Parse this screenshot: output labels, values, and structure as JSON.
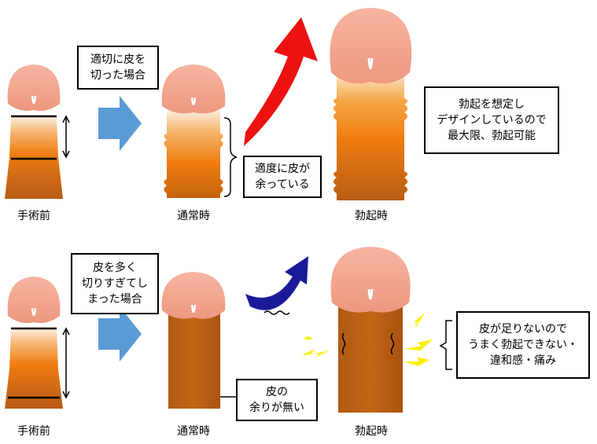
{
  "colors": {
    "glans": "#f2a48e",
    "shaft_orange": "#f07d10",
    "shaft_brown": "#b85c14",
    "arrow_blue": "#5b9bd5",
    "arrow_red": "#ee1111",
    "arrow_navy": "#1a1a99",
    "bolt_yellow": "#ffee00"
  },
  "top_row": {
    "label_before": "手術前",
    "label_normal": "通常時",
    "label_erect": "勃起時",
    "box_cut": [
      "適切に皮を",
      "切った場合"
    ],
    "box_excess": [
      "適度に皮が",
      "余っている"
    ],
    "box_result": [
      "勃起を想定し",
      "デザインしているので",
      "最大限、勃起可能"
    ]
  },
  "bottom_row": {
    "label_before": "手術前",
    "label_normal": "通常時",
    "label_erect": "勃起時",
    "box_cut": [
      "皮を多く",
      "切りすぎてし",
      "まった場合"
    ],
    "box_excess": [
      "皮の",
      "余りが無い"
    ],
    "box_result": [
      "皮が足りないので",
      "うまく勃起できない・",
      "違和感・痛み"
    ]
  }
}
